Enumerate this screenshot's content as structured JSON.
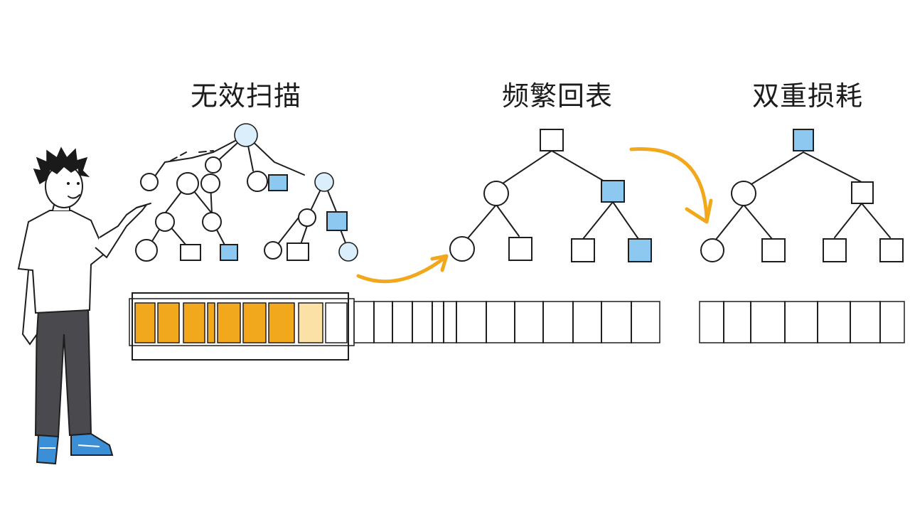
{
  "titles": {
    "invalid_scan": "无效扫描",
    "frequent_lookup": "频繁回表",
    "double_loss": "双重损耗"
  },
  "colors": {
    "ink": "#1e1e1e",
    "accent_orange": "#f2a81d",
    "pale_orange": "#fbe1a6",
    "node_blue": "#8cc8ef",
    "shirt": "#ffffff",
    "pants": "#4a4a4e",
    "shoes": "#3b8fd6"
  },
  "icons": [
    "person-pointing",
    "curved-arrow-right",
    "curved-arrow-down"
  ]
}
